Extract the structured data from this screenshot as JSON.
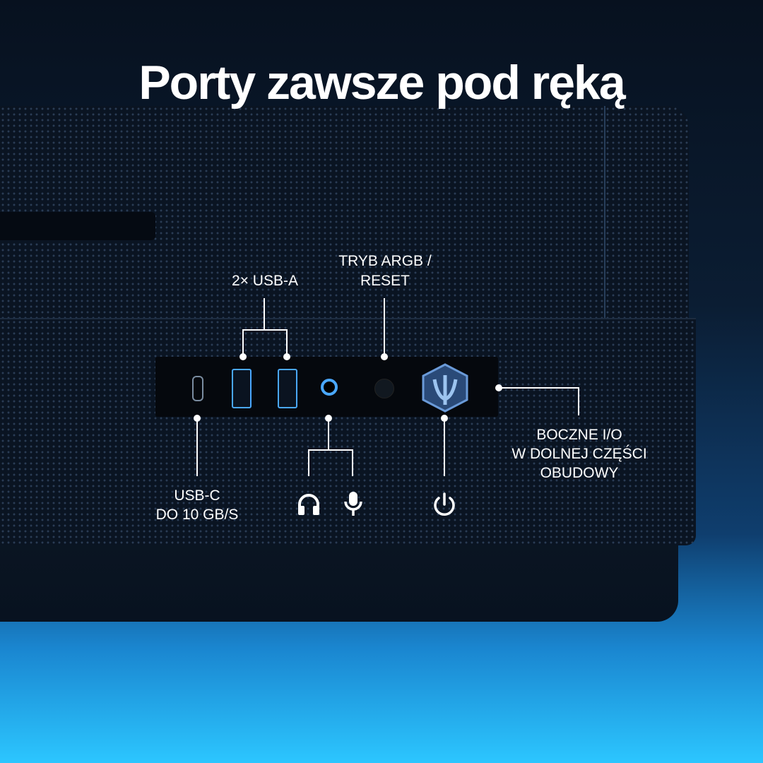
{
  "title": "Porty zawsze pod ręką",
  "labels": {
    "usb_a": "2× USB-A",
    "argb_line1": "TRYB ARGB /",
    "argb_line2": "RESET",
    "usb_c_line1": "USB-C",
    "usb_c_line2": "DO 10 GB/S",
    "side_line1": "BOCZNE I/O",
    "side_line2": "W DOLNEJ CZĘŚCI",
    "side_line3": "OBUDOWY"
  },
  "icons": [
    "headphones-icon",
    "microphone-icon",
    "power-icon",
    "brand-logo-icon"
  ],
  "colors": {
    "accent": "#2cc6ff",
    "port_blue": "#4aa8ff"
  }
}
